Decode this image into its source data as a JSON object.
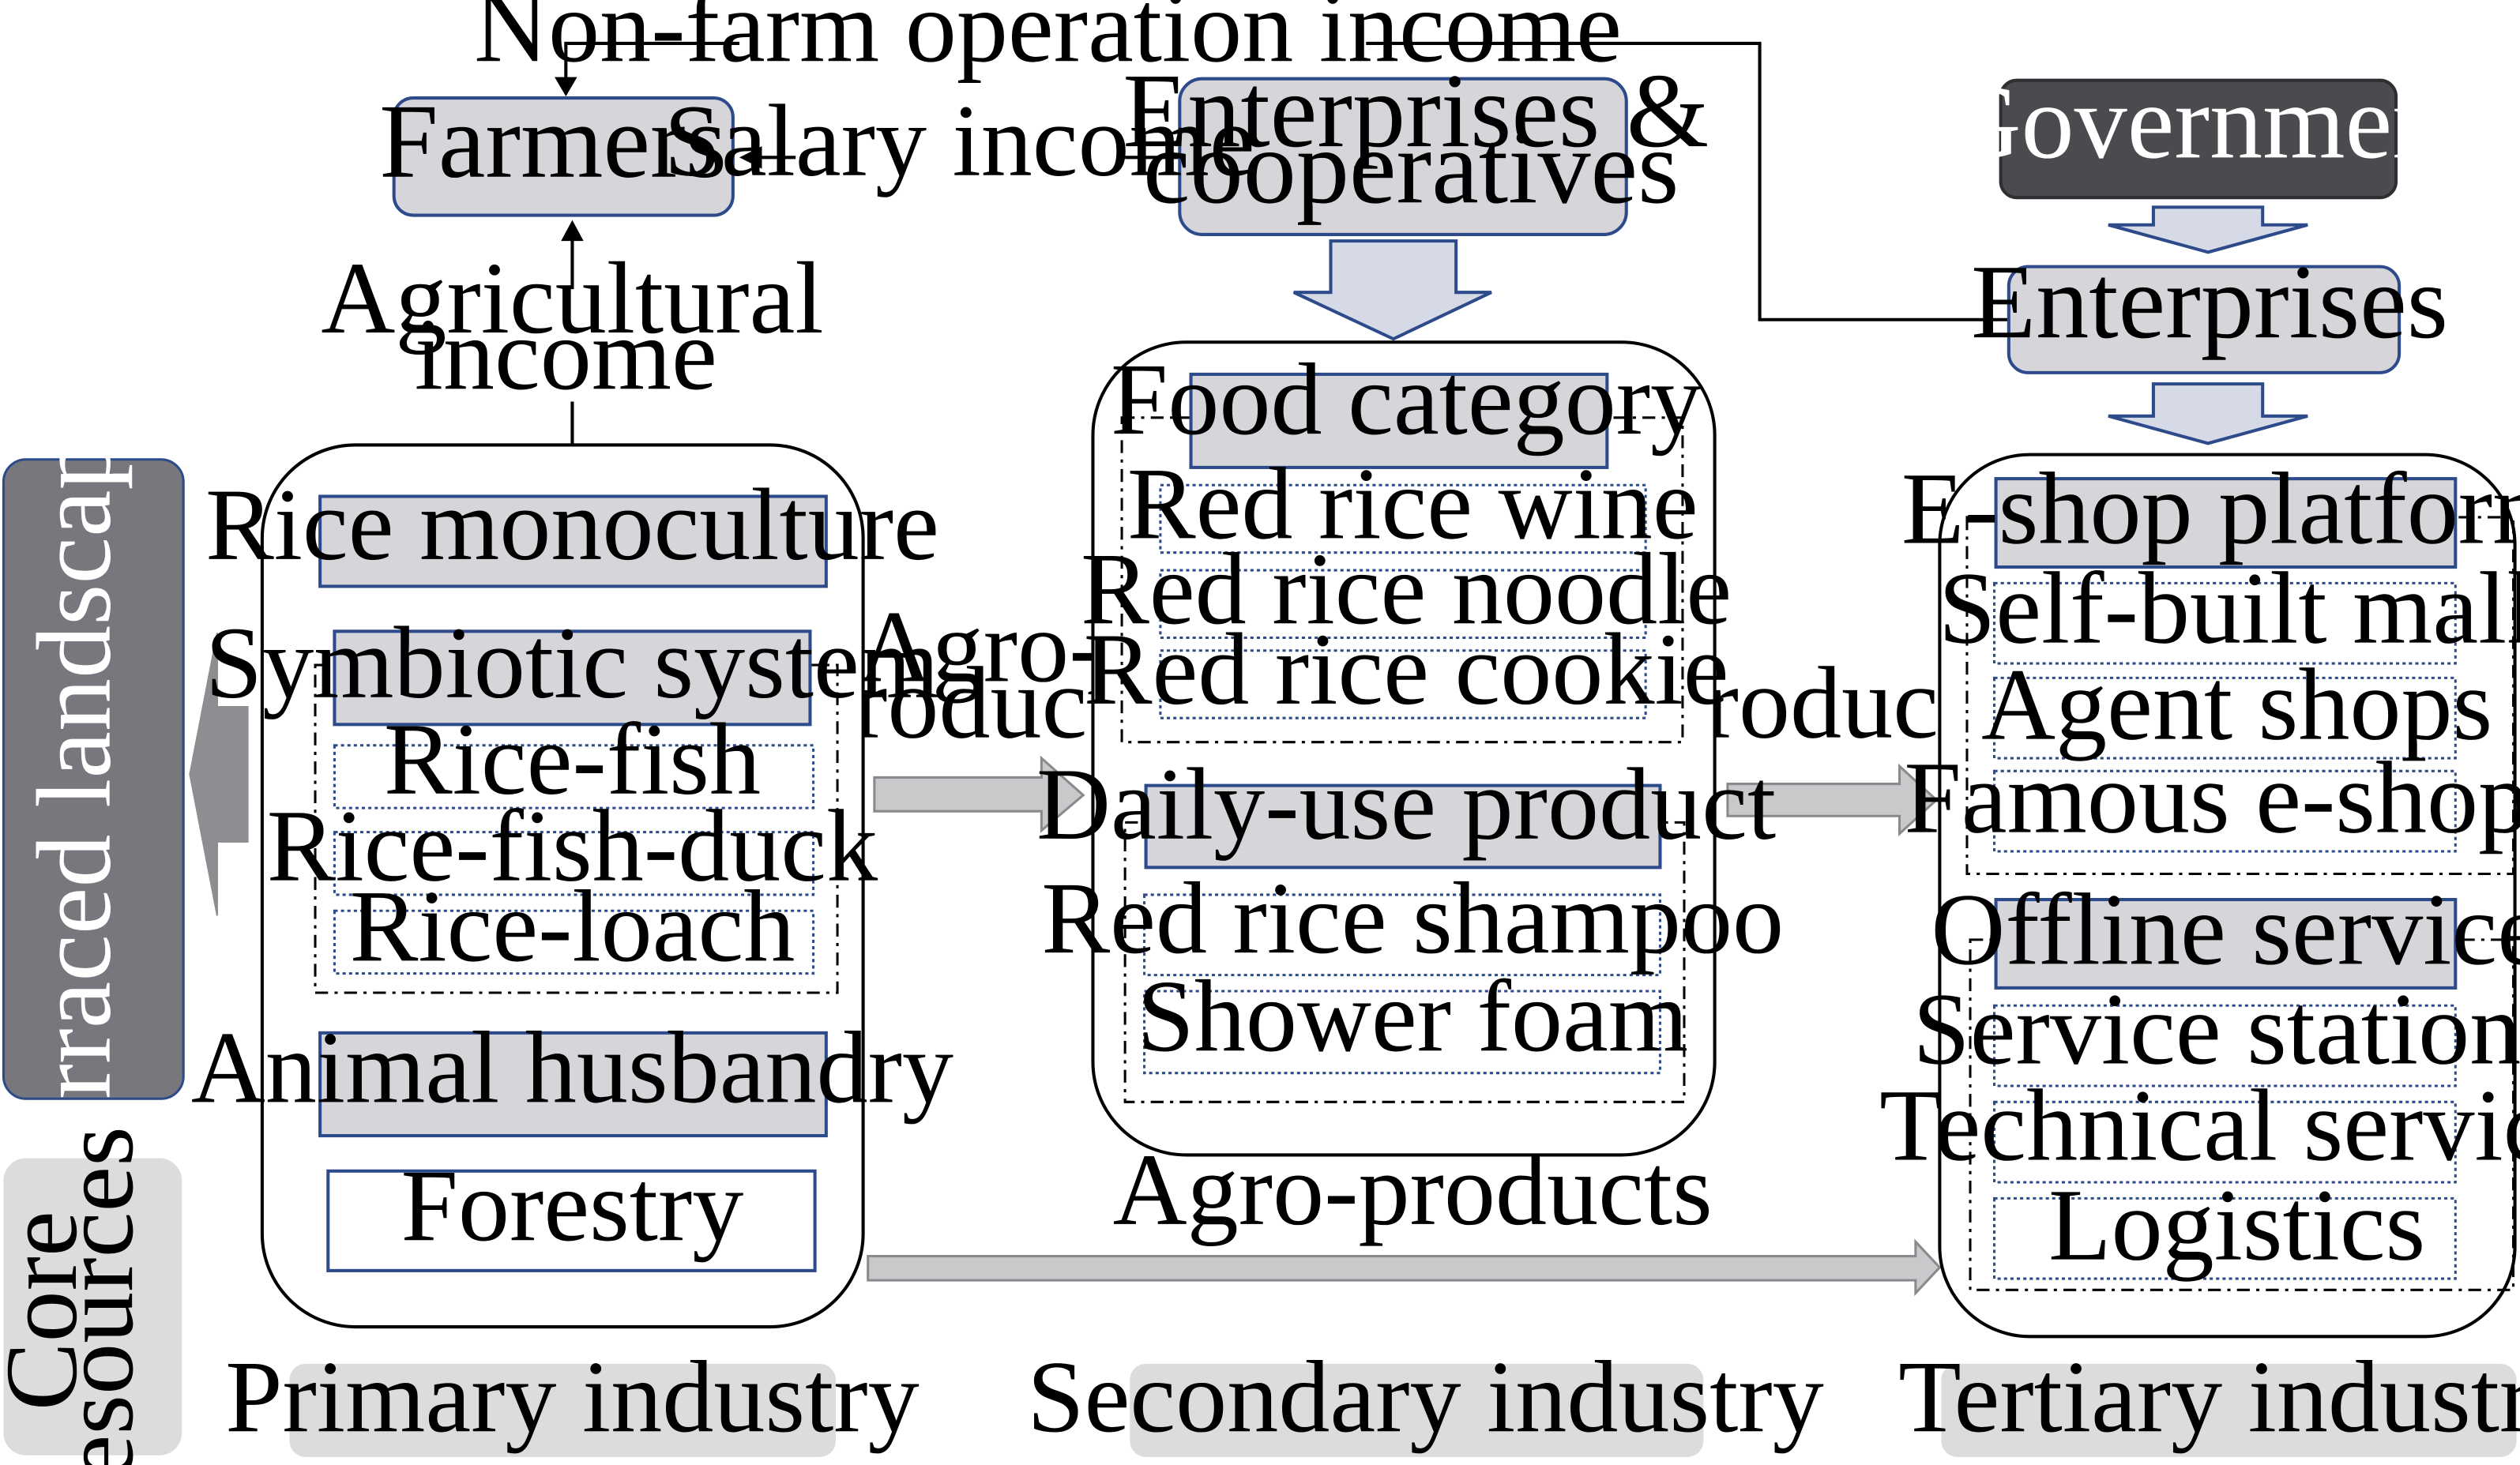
{
  "colors": {
    "box_fill": "#d6d5d9",
    "box_stroke": "#2d4a8a",
    "dark_box": "#4b4b4f",
    "arrow_fill": "#c9c9cc",
    "arrow_stroke": "#8a8a8e",
    "side_panel_dark": "#78777d",
    "bottom_label_fill": "#dcdcdf"
  },
  "actors": {
    "farmers": "Farmers",
    "enterprises_coops_line1": "Enterprises &",
    "enterprises_coops_line2": "cooperatives",
    "government": "Government",
    "enterprises": "Enterprises"
  },
  "flows": {
    "non_farm_income": "Non-farm operation income",
    "salary_income": "Salary income",
    "agricultural_income_line1": "Agricultural",
    "agricultural_income_line2": "income",
    "agro_products_line1": "Agro-",
    "agro_products_line2": "products",
    "products": "Products",
    "agro_products_bottom": "Agro-products"
  },
  "primary": {
    "rice_monoculture": "Rice monoculture",
    "symbiotic_system": "Symbiotic system",
    "symbiotic_items": [
      "Rice-fish",
      "Rice-fish-duck",
      "Rice-loach"
    ],
    "animal_husbandry": "Animal husbandry",
    "forestry": "Forestry"
  },
  "secondary": {
    "food_category": "Food category",
    "food_items": [
      "Red rice wine",
      "Red rice noodle",
      "Red rice cookie"
    ],
    "daily_use": "Daily-use product",
    "daily_items": [
      "Red rice shampoo",
      "Shower foam"
    ]
  },
  "tertiary": {
    "eshop_platform": "E-shop platform",
    "eshop_items": [
      "Self-built mall",
      "Agent shops",
      "Famous e-shops"
    ],
    "offline_service": "Offline service",
    "offline_items": [
      "Service stations",
      "Technical service",
      "Logistics"
    ]
  },
  "side": {
    "terraced_landscape": "Terraced landscape",
    "core_resources_line1": "Core",
    "core_resources_line2": "resources"
  },
  "industries": {
    "primary": "Primary industry",
    "secondary": "Secondary industry",
    "tertiary": "Tertiary industry"
  }
}
